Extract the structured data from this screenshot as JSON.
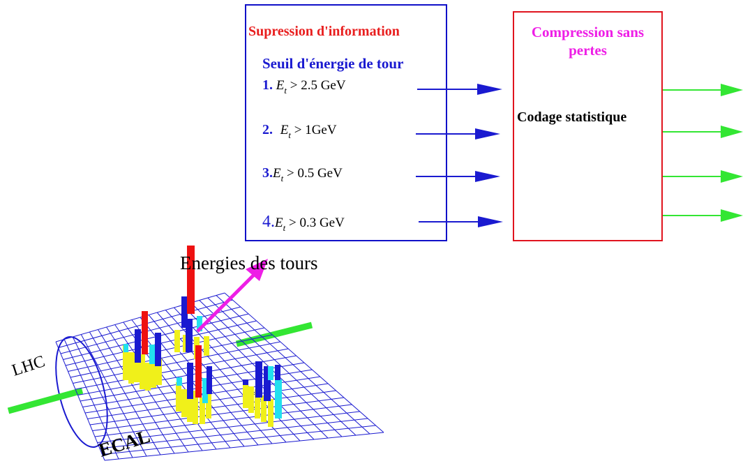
{
  "suppression_block": {
    "title": "Supression d'information",
    "subtitle": "Seuil d'énergie de tour",
    "thresholds": [
      {
        "num": "1.",
        "et": "E",
        "sub": "t",
        "cond": " > 2.5 GeV"
      },
      {
        "num": "2.",
        "et": "E",
        "sub": "t",
        "cond": " > 1GeV"
      },
      {
        "num": "3.",
        "et": "E",
        "sub": "t",
        "cond": " > 0.5 GeV"
      },
      {
        "num": "4.",
        "et": "E",
        "sub": "t",
        "cond": " > 0.3 GeV"
      }
    ]
  },
  "compression_block": {
    "title": "Compression sans pertes",
    "label": "Codage statistique"
  },
  "detector": {
    "energies_label": "Energies des tours",
    "beam_label": "LHC",
    "calorimeter_label": "ECAL"
  },
  "colors": {
    "suppression_border": "#1010c8",
    "compression_border": "#e0141e",
    "blue_arrows": "#1a1ad0",
    "green_arrows": "#33e633",
    "magenta_arrow": "#ee1ee6",
    "beam": "#33e633",
    "tower_red": "#ee1111",
    "tower_blue": "#1a1ad0",
    "tower_cyan": "#22e0ee",
    "tower_yellow": "#f0f01a"
  }
}
